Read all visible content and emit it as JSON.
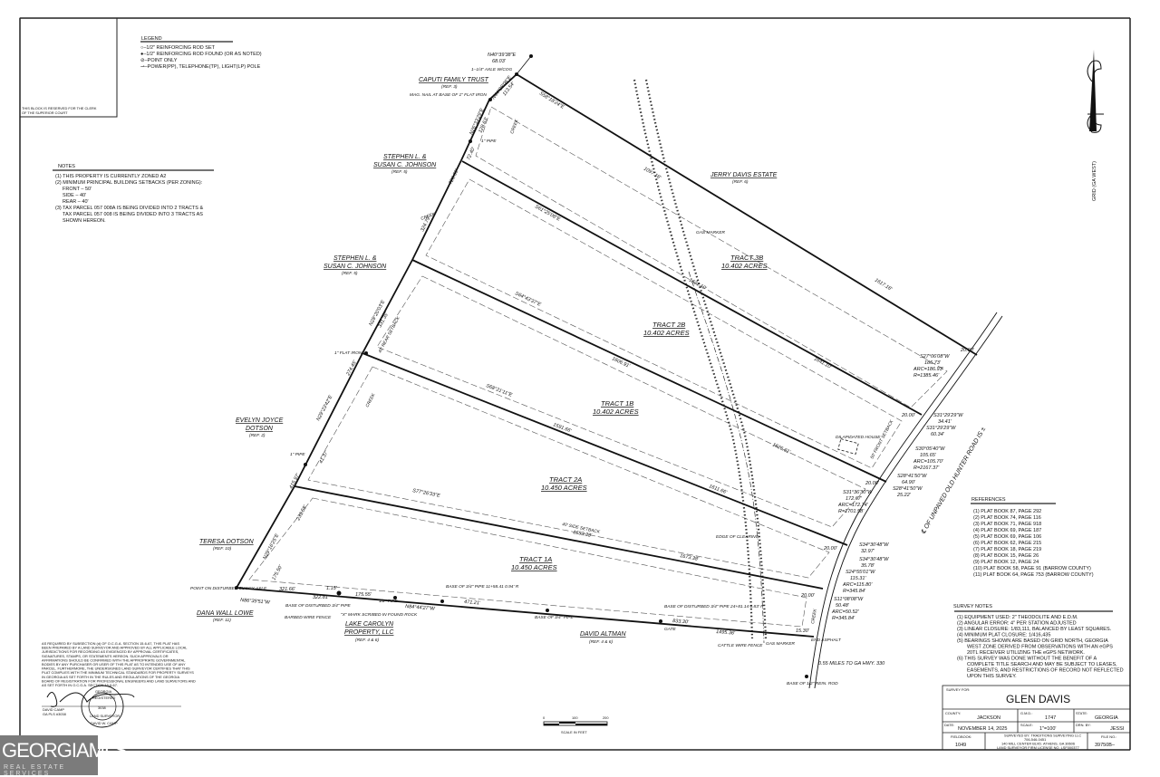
{
  "clerk_block": [
    "THIS BLOCK IS RESERVED FOR THE CLERK",
    "OF THE SUPERIOR COURT"
  ],
  "legend": {
    "title": "LEGEND",
    "items": [
      "○–1/2\" REINFORCING ROD SET",
      "●–1/2\" REINFORCING ROD FOUND (OR AS NOTED)",
      "⊘–POINT ONLY",
      "⊸–POWER(PP), TELEPHONE(TP), LIGHT(LP) POLE"
    ]
  },
  "notes": {
    "title": "NOTES",
    "lines": [
      "(1) THIS PROPERTY IS CURRENTLY ZONED A2",
      "(2) MINIMUM PRINCIPAL BUILDING SETBACKS (PER ZONING):",
      "FRONT – 50'",
      "SIDE – 40'",
      "REAR – 40'",
      "(3) TAX PARCEL 057 008A IS BEING DIVIDED INTO 2 TRACTS &",
      "TAX PARCEL 057 008 IS BEING DIVIDED INTO 3 TRACTS AS",
      "SHOWN HEREON."
    ]
  },
  "references": {
    "title": "REFERENCES",
    "items": [
      "(1)  PLAT BOOK 87, PAGE 292",
      "(2)  PLAT BOOK 74, PAGE 116",
      "(3)  PLAT BOOK 71, PAGE 918",
      "(4)  PLAT BOOK 69, PAGE 187",
      "(5)  PLAT BOOK 69, PAGE 106",
      "(6)  PLAT BOOK 62, PAGE 215",
      "(7)  PLAT BOOK 18, PAGE 219",
      "(8)  PLAT BOOK 15, PAGE 26",
      "(9)  PLAT BOOK 12, PAGE 24",
      "(10) PLAT BOOK 58, PAGE 91 (BARROW COUNTY)",
      "(11) PLAT BOOK 64, PAGE 753 (BARROW COUNTY)"
    ]
  },
  "survey_notes": {
    "title": "SURVEY NOTES",
    "lines": [
      "(1) EQUIPMENT USED: 2\" THEODOLITE AND E.D.M.",
      "(2) ANGULAR ERROR: 4\" PER STATION ADJUSTED",
      "(3) LINEAR CLOSURE: 1/83,111, BALANCED BY LEAST SQUARES.",
      "(4) MINIMUM PLAT CLOSURE: 1/416,435",
      "(5) BEARINGS SHOWN ARE BASED ON GRID NORTH, GEORGIA",
      "WEST ZONE DERIVED FROM OBSERVATIONS WITH AN eGPS",
      "20TL RECEIVER UTILIZING THE eGPS NETWORK.",
      "(6) THIS SURVEY WAS DONE WITHOUT THE BENEFIT OF A",
      "COMPLETE TITLE SEARCH AND MAY BE SUBJECT TO LEASES,",
      "EASEMENTS, AND RESTRICTIONS OF RECORD NOT REFLECTED",
      "UPON THIS SURVEY."
    ]
  },
  "title_block": {
    "survey_for_label": "SURVEY FOR:",
    "client": "GLEN DAVIS",
    "county_label": "COUNTY:",
    "county": "JACKSON",
    "gmd_label": "G.M.D.:",
    "gmd": "1747",
    "state_label": "STATE:",
    "state": "GEORGIA",
    "date_label": "DATE:",
    "date": "NOVEMBER 14, 2025",
    "scale_label": "SCALE:",
    "scale": "1\"=100'",
    "drawn_label": "DRN. BY:",
    "drawn": "JESSI",
    "fieldbook_label": "FIELDBOOK:",
    "fieldbook": "1049",
    "surveyor_lines": [
      "SURVEYED BY: TRADITIONS SURVEYING LLC",
      "706-546-0451",
      "140 MILL CENTER BLVD. ATHENS, GA 30606",
      "LAND SURVEYOR FIRM LICENSE NO. LSF000377"
    ],
    "file_label": "FILE NO.:",
    "file": "39750B–"
  },
  "north_arrow": "GRID (GA WEST)",
  "scale_bar": {
    "ticks": [
      "0",
      "100",
      "200"
    ],
    "label": "SCALE IN FEET"
  },
  "owners": [
    {
      "name": "CAPUTI FAMILY TRUST",
      "ref": "(REF. 3)"
    },
    {
      "name_1": "STEPHEN L. &",
      "name_2": "SUSAN C. JOHNSON",
      "ref": "(REF. 5)"
    },
    {
      "name_1": "STEPHEN L. &",
      "name_2": "SUSAN C. JOHNSON",
      "ref": "(REF. 5)"
    },
    {
      "name_1": "EVELYN JOYCE",
      "name_2": "DOTSON",
      "ref": "(REF. 2)"
    },
    {
      "name": "TERESA DOTSON",
      "ref": "(REF. 10)"
    },
    {
      "name": "DANA WALL LOWE",
      "ref": "(REF. 11)"
    },
    {
      "name_1": "LAKE CAROLYN",
      "name_2": "PROPERTY, LLC",
      "ref": "(REF. 4 & 6)"
    },
    {
      "name": "DAVID ALTMAN",
      "ref": "(REF. 4 & 6)"
    },
    {
      "name": "JERRY DAVIS ESTATE",
      "ref": "(REF. 6)"
    }
  ],
  "tracts": [
    {
      "name": "TRACT 3B",
      "area": "10.402 ACRES"
    },
    {
      "name": "TRACT 2B",
      "area": "10.402 ACRES"
    },
    {
      "name": "TRACT 1B",
      "area": "10.402 ACRES"
    },
    {
      "name": "TRACT 2A",
      "area": "10.450 ACRES"
    },
    {
      "name": "TRACT 1A",
      "area": "10.450 ACRES"
    }
  ],
  "lines": {
    "l1": [
      "S58°18'24\"E",
      "1097.18'",
      "1617.18'"
    ],
    "l2": [
      "S61°25'08\"E",
      "1621.10'",
      "1641.10'"
    ],
    "l3": [
      "S64°43'37\"E",
      "1606.91'",
      "1626.61'"
    ],
    "l4": [
      "S68°21'11\"E",
      "1591.66'",
      "1611.66'"
    ],
    "l5": [
      "S77°26'33\"E",
      "1653.38'",
      "1673.38'"
    ],
    "bottom": [
      "N86°39'51\"W",
      "321.66'",
      "1.15'",
      "322.81'",
      "175.55'",
      "N84°44'27\"W",
      "471.21'",
      "833.30'",
      "1495.36'",
      "15.30'"
    ],
    "west": [
      "N40°39'38\"E",
      "68.03'",
      "N44°08'06\"E",
      "113.54'",
      "N26°33'29\"E",
      "128.63'",
      "72.40'",
      "728.59'",
      "324.79'",
      "N28°20'03\"E",
      "331.35'",
      "274.45'",
      "N29°23'42\"E",
      "41.37'",
      "415.97'",
      "233.58'",
      "N29°16'25\"E",
      "175.50'"
    ],
    "road": [
      "20.00'",
      "S27°06'08\"W",
      "186.73'",
      "ARC=186.93'",
      "R=1385.46'",
      "20.00'",
      "S31°29'29\"W",
      "34.41'",
      "S31°29'29\"W",
      "60.34'",
      "S30°05'40\"W",
      "105.65'",
      "ARC=105.70'",
      "R=2167.37'",
      "S28°41'50\"W",
      "64.90'",
      "S28°41'50\"W",
      "25.22'",
      "20.00'",
      "S31°36'30\"W",
      "172.67'",
      "ARC=172.74'",
      "R=1701.58'",
      "20.00'",
      "S34°30'48\"W",
      "32.97'",
      "S34°30'48\"W",
      "35.78'",
      "S24°55'01\"W",
      "115.31'",
      "ARC=115.80'",
      "R=345.84'",
      "20.00'",
      "S11°08'08\"W",
      "50.48'",
      "ARC=50.52'",
      "R=345.84'"
    ],
    "road_name": "℄ OF UNPAVED OLD HUNTER ROAD IS ±"
  },
  "features": [
    "1–1/4\" AXLE W/COG",
    "MAG. NAIL AT BASE OF 1\" FLAT IRON",
    "1\" PIPE",
    "1\" FLAT IRON",
    "1\" PIPE",
    "POINT ON DISTURBED BUGGY AXLE",
    "BASE OF DISTURBED 3/4\" PIPE",
    "BARBED WIRE FENCE",
    "\"X\" MARK SCRIBED IN FOUND ROCK",
    "1/2\" PIPE",
    "BASE OF 3/4\" PIPE 11+58.41 0.94' R",
    "BASE OF 3/4\" PIPE",
    "BASE OF DISTURBED 3/4\" PIPE 24+81.14 0.83' R",
    "GATE",
    "CATTLE WIRE FENCE",
    "GAS MARKER",
    "EDGE OF CLEARING",
    "DILAPIDATED HOUSE",
    "50' FRONT SETBACK",
    "40' REAR SETBACK",
    "40' SIDE SETBACK",
    "CREEK",
    "END ASPHALT",
    "0.55 MILES TO GA HWY. 330",
    "BASE OF 1/2\" REIN. ROD",
    "GAS MARKER",
    "CREEK",
    "CREEK",
    "CREEK"
  ],
  "certification": [
    "AS REQUIRED BY SUBSECTION (d) OF O.C.G.A. SECTION 15-6-67, THIS PLAT HAS",
    "BEEN PREPARED BY A LAND SURVEYOR AND APPROVED BY ALL APPLICABLE LOCAL",
    "JURISDICTIONS FOR RECORDING AS EVIDENCED BY APPROVAL CERTIFICATES,",
    "SIGNATURES, STAMPS, OR STATEMENTS HEREON. SUCH APPROVALS OR",
    "AFFIRMATIONS SHOULD BE CONFIRMED WITH THE APPROPRIATE GOVERNMENTAL",
    "BODIES BY ANY PURCHASER OR USER OF THIS PLAT AS TO INTENDED USE OF ANY",
    "PARCEL. FURTHERMORE, THE UNDERSIGNED LAND SURVEYOR CERTIFIES THAT THIS",
    "PLAT COMPLIES WITH THE MINIMUM TECHNICAL STANDARDS FOR PROPERTY SURVEYS",
    "IN GEORGIA AS SET FORTH IN THE RULES AND REGULATIONS OF THE GEORGIA",
    "BOARD OF REGISTRATION FOR PROFESSIONAL ENGINEERS AND LAND SURVEYORS AND",
    "AS SET FORTH IN O.C.G.A. SECTION 15-6-67."
  ],
  "signer": [
    "DAVID CAMP",
    "GA PLS #3038"
  ],
  "seal": {
    "top": "GEORGIA",
    "mid": "REGISTERED",
    "number": "3038",
    "lower": "LAND SURVEYOR",
    "name": "DAVID W. CAMP"
  },
  "logo": {
    "text": "GEORGIAMLS",
    "sub": "REAL ESTATE SERVICES"
  }
}
